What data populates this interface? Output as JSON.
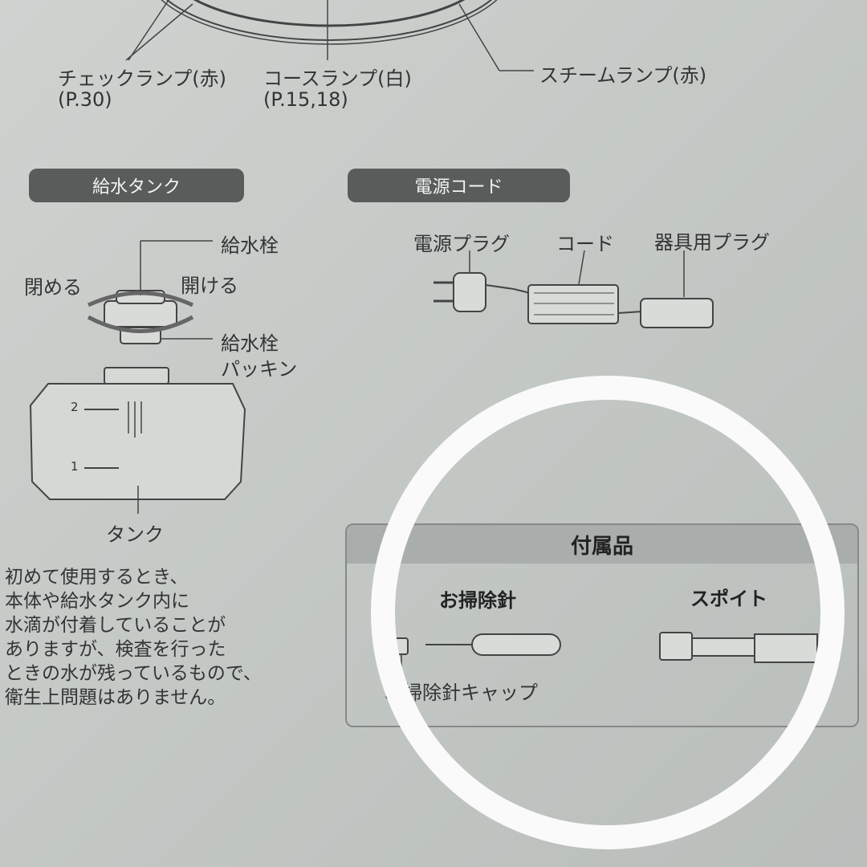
{
  "lamps": {
    "check": "チェックランプ(赤)",
    "check_page": "(P.30)",
    "course": "コースランプ(白)",
    "course_page": "(P.15,18)",
    "steam": "スチームランプ(赤)"
  },
  "water_tank": {
    "header": "給水タンク",
    "cap": "給水栓",
    "close": "閉める",
    "open": "開ける",
    "packing_1": "給水栓",
    "packing_2": "パッキン",
    "mark_2": "2",
    "mark_1": "1",
    "tank": "タンク"
  },
  "power_cord": {
    "header": "電源コード",
    "plug": "電源プラグ",
    "cord": "コード",
    "appliance_plug": "器具用プラグ"
  },
  "accessories": {
    "header": "付属品",
    "needle": "お掃除針",
    "dropper": "スポイト",
    "needle_cap": "お掃除針キャップ"
  },
  "note": [
    "初めて使用するとき、",
    "本体や給水タンク内に",
    "水滴が付着していることが",
    "ありますが、検査を行った",
    "ときの水が残っているもので、",
    "衛生上問題はありません。"
  ]
}
